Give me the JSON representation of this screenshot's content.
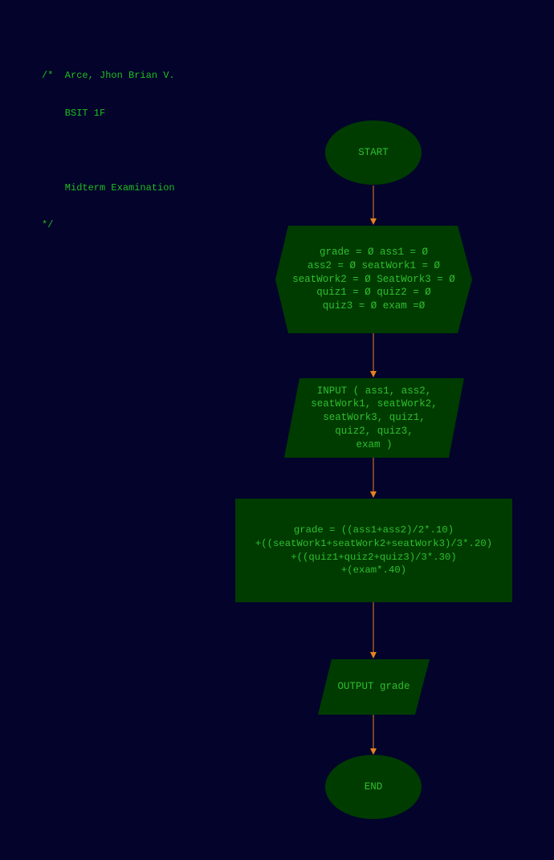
{
  "comment": {
    "lines": [
      "/*  Arce, Jhon Brian V.",
      "    BSIT 1F",
      "",
      "    Midterm Examination",
      "*/"
    ]
  },
  "flowchart": {
    "start": {
      "label": "START"
    },
    "init": {
      "lines": [
        "grade = Ø ass1 = Ø",
        "ass2 = Ø seatWork1 = Ø",
        "seatWork2 = Ø SeatWork3 = Ø",
        "quiz1 = Ø quiz2 = Ø",
        "quiz3 = Ø exam =Ø"
      ]
    },
    "input": {
      "lines": [
        "INPUT ( ass1, ass2,",
        "seatWork1, seatWork2,",
        "seatWork3, quiz1,",
        "quiz2, quiz3,",
        "exam )"
      ]
    },
    "process": {
      "lines": [
        "grade = ((ass1+ass2)/2*.10)",
        "+((seatWork1+seatWork2+seatWork3)/3*.20)",
        "+((quiz1+quiz2+quiz3)/3*.30)",
        "+(exam*.40)"
      ]
    },
    "output": {
      "label": "OUTPUT grade"
    },
    "end": {
      "label": "END"
    }
  },
  "colors": {
    "background": "#03032b",
    "shape_fill": "#003c00",
    "text": "#2fbf2f",
    "arrow": "#e8821e"
  }
}
